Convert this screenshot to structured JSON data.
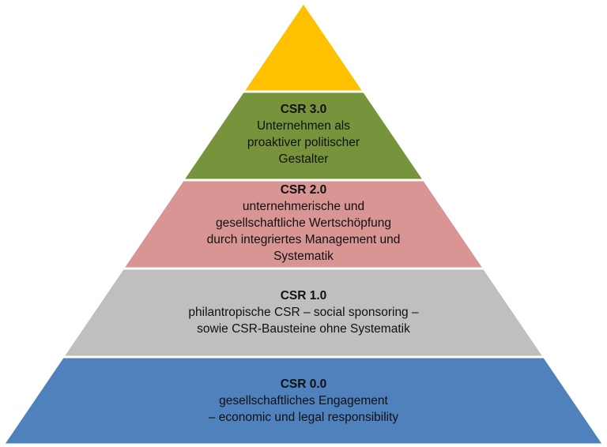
{
  "diagram": {
    "levels": [
      {
        "id": "top",
        "title": "",
        "lines": [],
        "fill": "#FFC000"
      },
      {
        "id": "csr-3",
        "title": "CSR  3.0",
        "lines": [
          "Unternehmen als",
          "proaktiver politischer",
          "Gestalter"
        ],
        "fill": "#77933C"
      },
      {
        "id": "csr-2",
        "title": "CSR 2.0",
        "lines": [
          "unternehmerische und",
          "gesellschaftliche Wertschöpfung",
          "durch integriertes Management und",
          "Systematik"
        ],
        "fill": "#D99594"
      },
      {
        "id": "csr-1",
        "title": "CSR 1.0",
        "lines": [
          "philantropische CSR – social sponsoring –",
          "sowie CSR-Bausteine ohne Systematik"
        ],
        "fill": "#BFBFBF"
      },
      {
        "id": "csr-0",
        "title": "CSR 0.0",
        "lines": [
          "gesellschaftliches Engagement",
          "– economic und legal responsibility"
        ],
        "fill": "#4F81BD"
      }
    ],
    "separator_color": "#FFFFFF"
  }
}
